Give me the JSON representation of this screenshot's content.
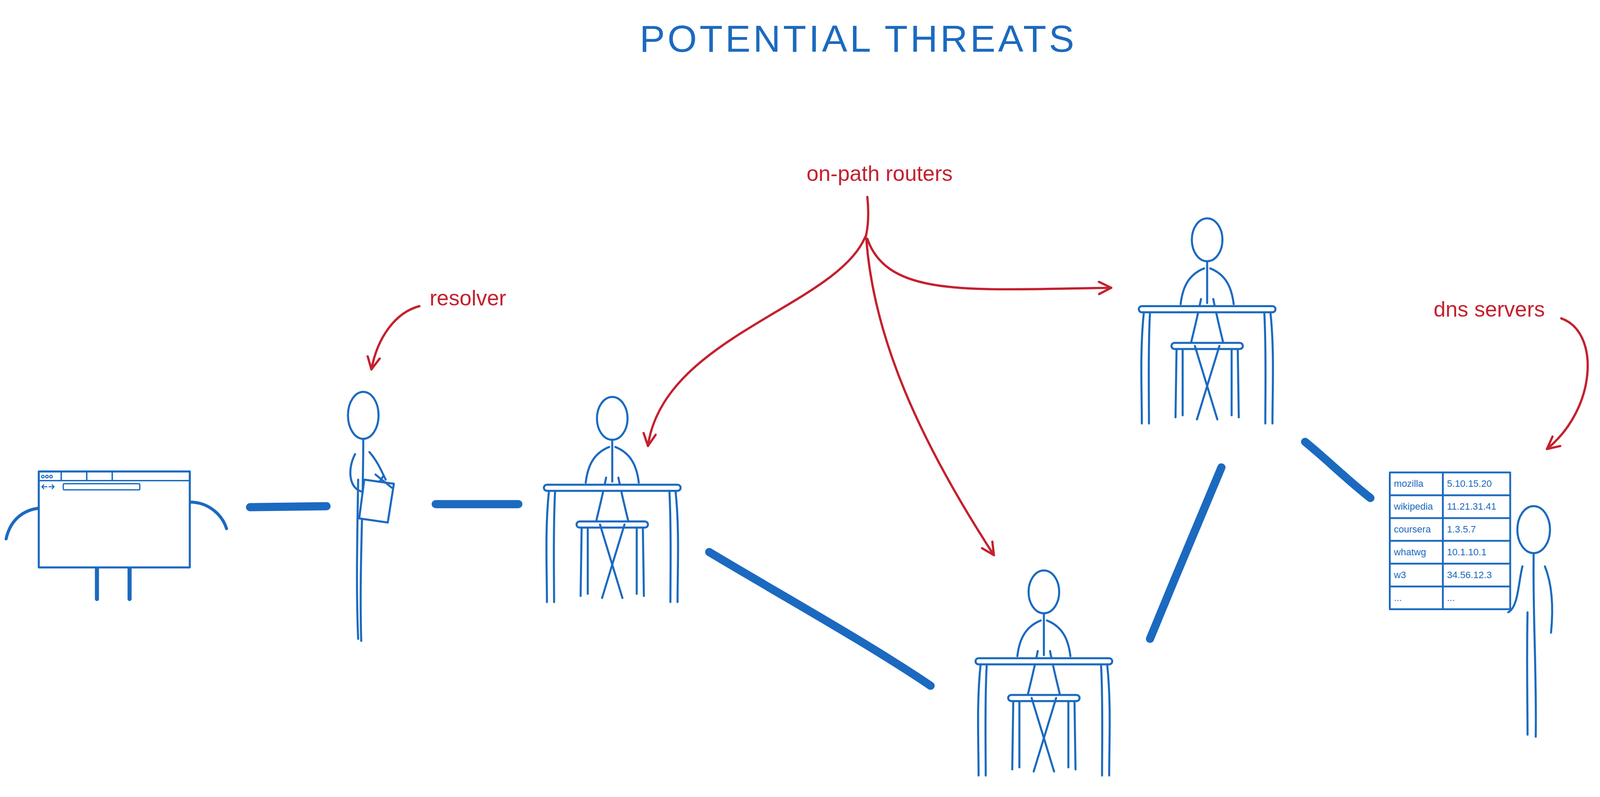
{
  "diagram": {
    "title": "POTENTIAL THREATS",
    "labels": [
      "resolver",
      "on-path routers",
      "dns servers",
      "mozilla",
      "5.10.15.20",
      "wikipedia",
      "11.21.31.41",
      "coursera",
      "1.3.5.7",
      "whatwg",
      "10.1.10.1",
      "w3",
      "34.56.12.3",
      "...",
      "..."
    ]
  }
}
